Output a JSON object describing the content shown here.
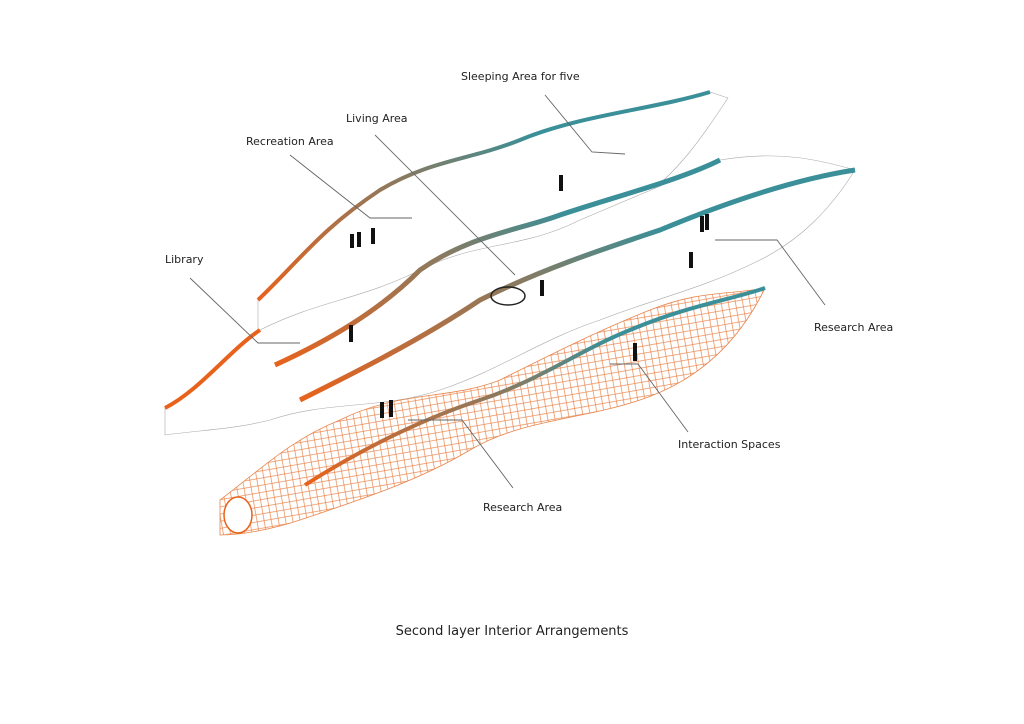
{
  "labels": {
    "sleeping": "Sleeping Area for five",
    "living": "Living Area",
    "recreation": "Recreation Area",
    "library": "Library",
    "research_right": "Research Area",
    "interaction": "Interaction Spaces",
    "research_bottom": "Research Area"
  },
  "title": "Second layer Interior Arrangements",
  "colors": {
    "warm": "#e8621c",
    "cool": "#3a8f98",
    "line": "#555555"
  }
}
